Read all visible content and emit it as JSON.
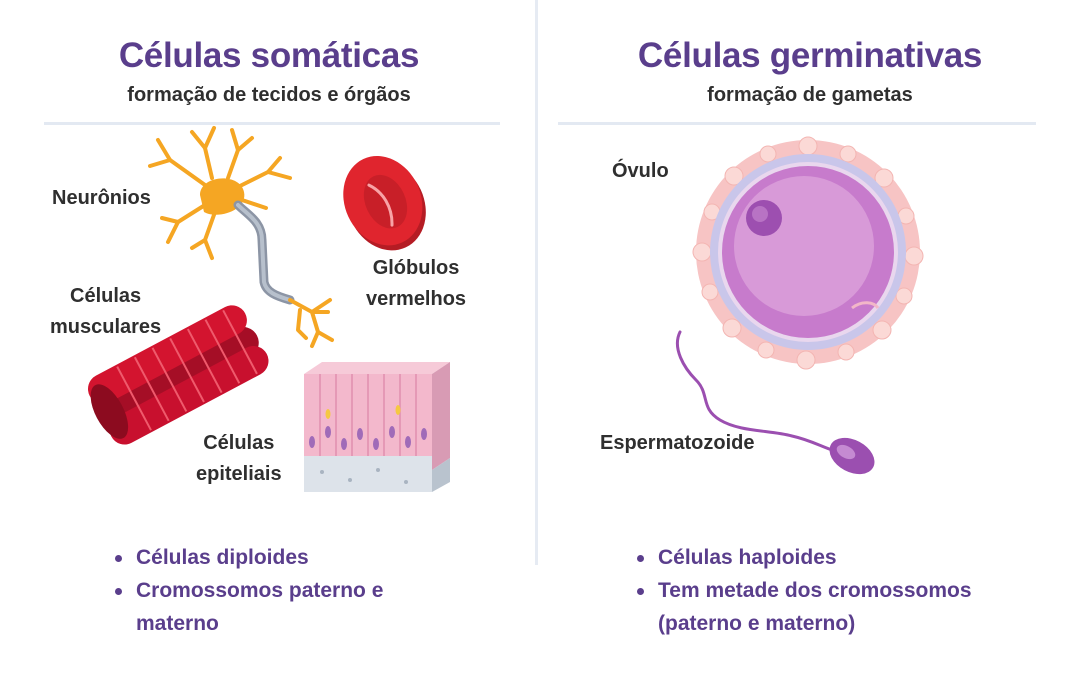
{
  "somatic": {
    "title": "Células somáticas",
    "subtitle": "formação de tecidos e órgãos",
    "labels": {
      "neurons": "Neurônios",
      "red_blood_cells": [
        "Glóbulos",
        "vermelhos"
      ],
      "muscle_cells": [
        "Células",
        "musculares"
      ],
      "epithelial_cells": [
        "Células",
        "epiteliais"
      ]
    },
    "bullets": [
      "Células diploides",
      "Cromossomos paterno e",
      "materno"
    ]
  },
  "germ": {
    "title": "Células germinativas",
    "subtitle": "formação de gametas",
    "labels": {
      "ovum": "Óvulo",
      "sperm": "Espermatozoide"
    },
    "bullets": [
      "Células haploides",
      "Tem metade dos cromossomos",
      "(paterno e materno)"
    ]
  },
  "colors": {
    "title": "#5a3e8c",
    "neuron": "#f5a623",
    "red_blood_cell": "#e0252e",
    "muscle": "#c8102e",
    "ovum": "#b85fc0",
    "sperm": "#9b4fb0"
  }
}
